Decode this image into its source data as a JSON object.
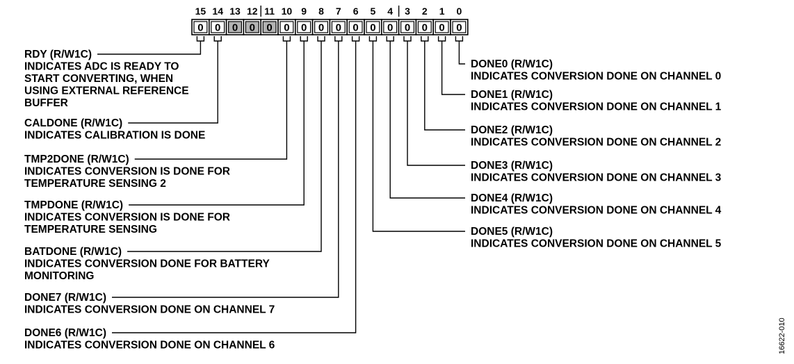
{
  "register": {
    "bit_numbers": [
      "15",
      "14",
      "13",
      "12",
      "11",
      "10",
      "9",
      "8",
      "7",
      "6",
      "5",
      "4",
      "3",
      "2",
      "1",
      "0"
    ],
    "bit_values": [
      "0",
      "0",
      "0",
      "0",
      "0",
      "0",
      "0",
      "0",
      "0",
      "0",
      "0",
      "0",
      "0",
      "0",
      "0",
      "0"
    ],
    "reserved_bits": [
      13,
      12,
      11
    ],
    "reserved_fill": "#b3b3b3"
  },
  "fields_left": [
    {
      "bit": 15,
      "name": "RDY (R/W1C)",
      "desc": [
        "INDICATES ADC IS READY TO",
        "START CONVERTING, WHEN",
        "USING EXTERNAL REFERENCE",
        "BUFFER"
      ]
    },
    {
      "bit": 14,
      "name": "CALDONE (R/W1C)",
      "desc": [
        "INDICATES CALIBRATION IS DONE"
      ]
    },
    {
      "bit": 10,
      "name": "TMP2DONE (R/W1C)",
      "desc": [
        "INDICATES CONVERSION IS DONE FOR",
        "TEMPERATURE SENSING 2"
      ]
    },
    {
      "bit": 9,
      "name": "TMPDONE (R/W1C)",
      "desc": [
        "INDICATES CONVERSION IS DONE FOR",
        "TEMPERATURE SENSING"
      ]
    },
    {
      "bit": 8,
      "name": "BATDONE (R/W1C)",
      "desc": [
        "INDICATES CONVERSION DONE FOR BATTERY",
        "MONITORING"
      ]
    },
    {
      "bit": 7,
      "name": "DONE7 (R/W1C)",
      "desc": [
        "INDICATES CONVERSION DONE ON CHANNEL 7"
      ]
    },
    {
      "bit": 6,
      "name": "DONE6 (R/W1C)",
      "desc": [
        "INDICATES CONVERSION DONE ON CHANNEL 6"
      ]
    }
  ],
  "fields_right": [
    {
      "bit": 0,
      "name": "DONE0 (R/W1C)",
      "desc": [
        "INDICATES CONVERSION DONE ON CHANNEL 0"
      ]
    },
    {
      "bit": 1,
      "name": "DONE1 (R/W1C)",
      "desc": [
        "INDICATES CONVERSION DONE ON CHANNEL 1"
      ]
    },
    {
      "bit": 2,
      "name": "DONE2 (R/W1C)",
      "desc": [
        "INDICATES CONVERSION DONE ON CHANNEL 2"
      ]
    },
    {
      "bit": 3,
      "name": "DONE3 (R/W1C)",
      "desc": [
        "INDICATES CONVERSION DONE ON CHANNEL 3"
      ]
    },
    {
      "bit": 4,
      "name": "DONE4 (R/W1C)",
      "desc": [
        "INDICATES CONVERSION DONE ON CHANNEL 4"
      ]
    },
    {
      "bit": 5,
      "name": "DONE5 (R/W1C)",
      "desc": [
        "INDICATES CONVERSION DONE ON CHANNEL 5"
      ]
    }
  ],
  "figure_id": "16622-010"
}
